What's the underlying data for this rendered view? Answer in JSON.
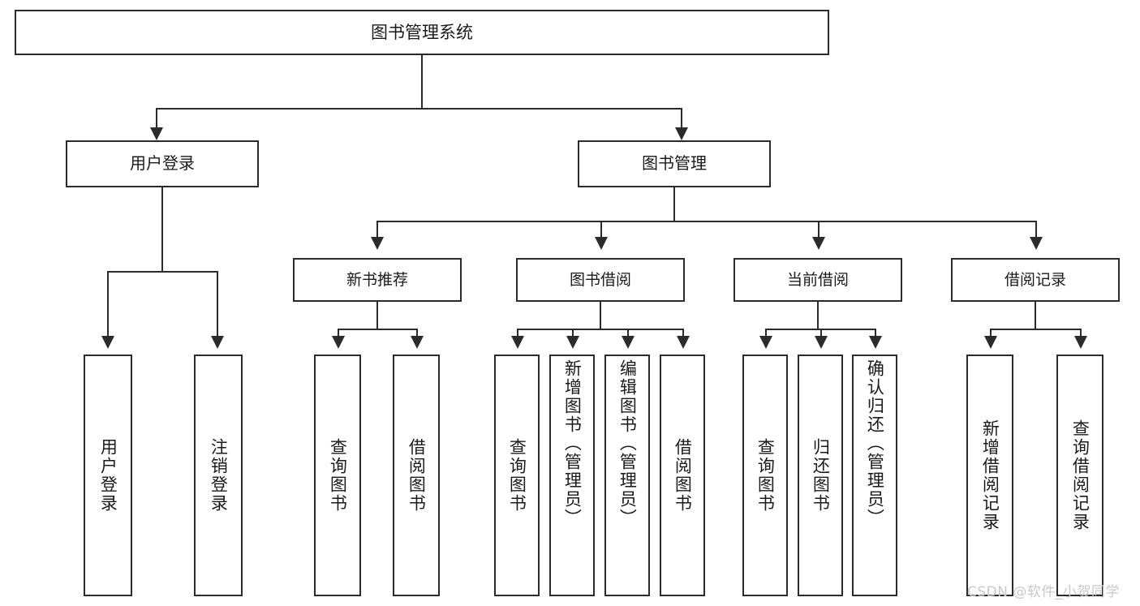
{
  "diagram": {
    "title": "图书管理系统",
    "root": {
      "label": "图书管理系统"
    },
    "level2": [
      {
        "label": "用户登录"
      },
      {
        "label": "图书管理"
      }
    ],
    "level3": [
      {
        "label": "新书推荐"
      },
      {
        "label": "图书借阅"
      },
      {
        "label": "当前借阅"
      },
      {
        "label": "借阅记录"
      }
    ],
    "leaves": {
      "user_login": [
        {
          "label": "用户登录"
        },
        {
          "label": "注销登录"
        }
      ],
      "new_book_recommend": [
        {
          "label": "查询图书"
        },
        {
          "label": "借阅图书"
        }
      ],
      "book_borrow": [
        {
          "label": "查询图书"
        },
        {
          "label": "新增图书（管理员）"
        },
        {
          "label": "编辑图书（管理员）"
        },
        {
          "label": "借阅图书"
        }
      ],
      "current_borrow": [
        {
          "label": "查询图书"
        },
        {
          "label": "归还图书"
        },
        {
          "label": "确认归还（管理员）"
        }
      ],
      "borrow_record": [
        {
          "label": "新增借阅记录"
        },
        {
          "label": "查询借阅记录"
        }
      ]
    }
  },
  "watermark": {
    "text": "CSDN @软件_小贺同学"
  },
  "colors": {
    "stroke": "#2b2b2b",
    "text": "#1a1a1a",
    "background": "#ffffff",
    "watermark": "#c9c9c9"
  }
}
